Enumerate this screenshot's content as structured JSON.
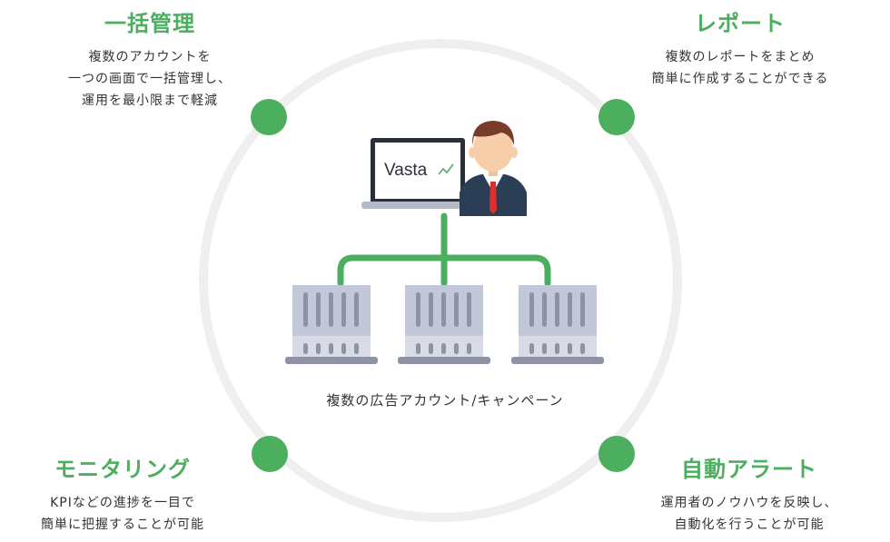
{
  "colors": {
    "accent": "#4cae5f",
    "ring": "#efefef",
    "server": "#bec3d3",
    "server_base": "#8d93a5"
  },
  "features": {
    "top_left": {
      "title": "一括管理",
      "lines": [
        "複数のアカウントを",
        "一つの画面で一括管理し、",
        "運用を最小限まで軽減"
      ]
    },
    "top_right": {
      "title": "レポート",
      "lines": [
        "複数のレポートをまとめ",
        "簡単に作成することができる"
      ]
    },
    "bottom_left": {
      "title": "モニタリング",
      "lines": [
        "KPIなどの進捗を一目で",
        "簡単に把握することが可能"
      ]
    },
    "bottom_right": {
      "title": "自動アラート",
      "lines": [
        "運用者のノウハウを反映し、",
        "自動化を行うことが可能"
      ]
    }
  },
  "center": {
    "logo_text": "Vasta",
    "caption": "複数の広告アカウント/キャンペーン",
    "icons": [
      "laptop-icon",
      "businessman-icon",
      "server-icon"
    ]
  }
}
